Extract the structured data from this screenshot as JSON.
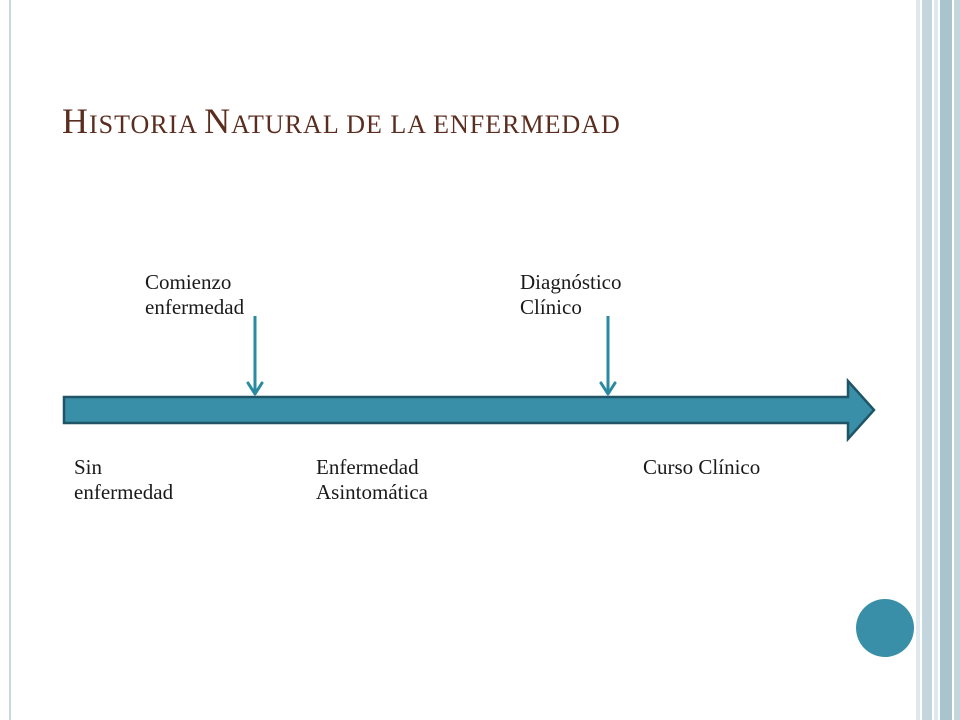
{
  "slide": {
    "title_parts": [
      {
        "text": "H",
        "style": "cap"
      },
      {
        "text": "istoria ",
        "style": "sc"
      },
      {
        "text": "N",
        "style": "cap"
      },
      {
        "text": "atural de la enfermedad",
        "style": "sc"
      }
    ]
  },
  "markers": {
    "onset": {
      "line1": "Comienzo",
      "line2": "enfermedad"
    },
    "diagnosis": {
      "line1": "Diagnóstico",
      "line2": "Clínico"
    }
  },
  "stages": {
    "healthy": {
      "line1": "Sin",
      "line2": "enfermedad"
    },
    "asymptomatic": {
      "line1": "Enfermedad",
      "line2": "Asintomática"
    },
    "clinical": {
      "line1": "Curso Clínico"
    }
  },
  "colors": {
    "title": "#5a2d1f",
    "arrow_fill": "#3a8fa8",
    "arrow_stroke": "#1f5566",
    "marker_arrow": "#2a8aa0",
    "accent_circle": "#3a8fa8",
    "band_light": "#c9d8de",
    "band_mid": "#a9c3cc"
  }
}
